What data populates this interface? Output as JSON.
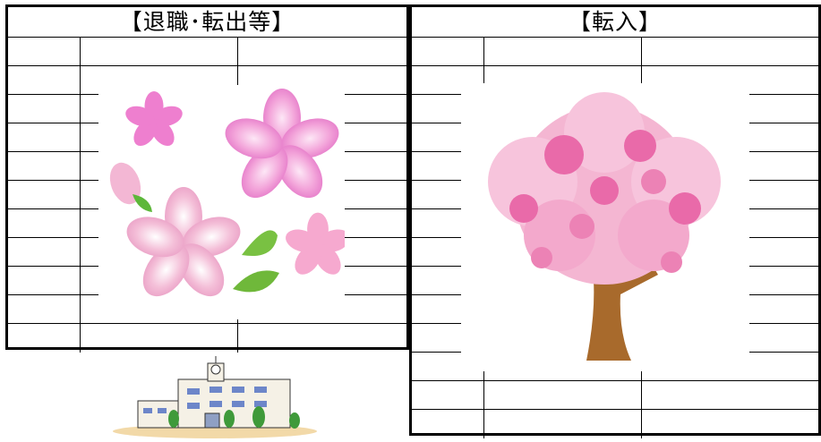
{
  "left_panel": {
    "title": "【退職･転出等】",
    "row_count": 11
  },
  "right_panel": {
    "title": "【転入】",
    "row_count": 14
  },
  "illustrations": {
    "petals": "sakura-petals-icon",
    "tree": "sakura-tree-icon",
    "school": "school-building-icon"
  },
  "colors": {
    "border": "#000000",
    "petal_pink": "#f0a2d6",
    "tree_trunk": "#a86a2c",
    "leaf_green": "#6fbf3a"
  }
}
